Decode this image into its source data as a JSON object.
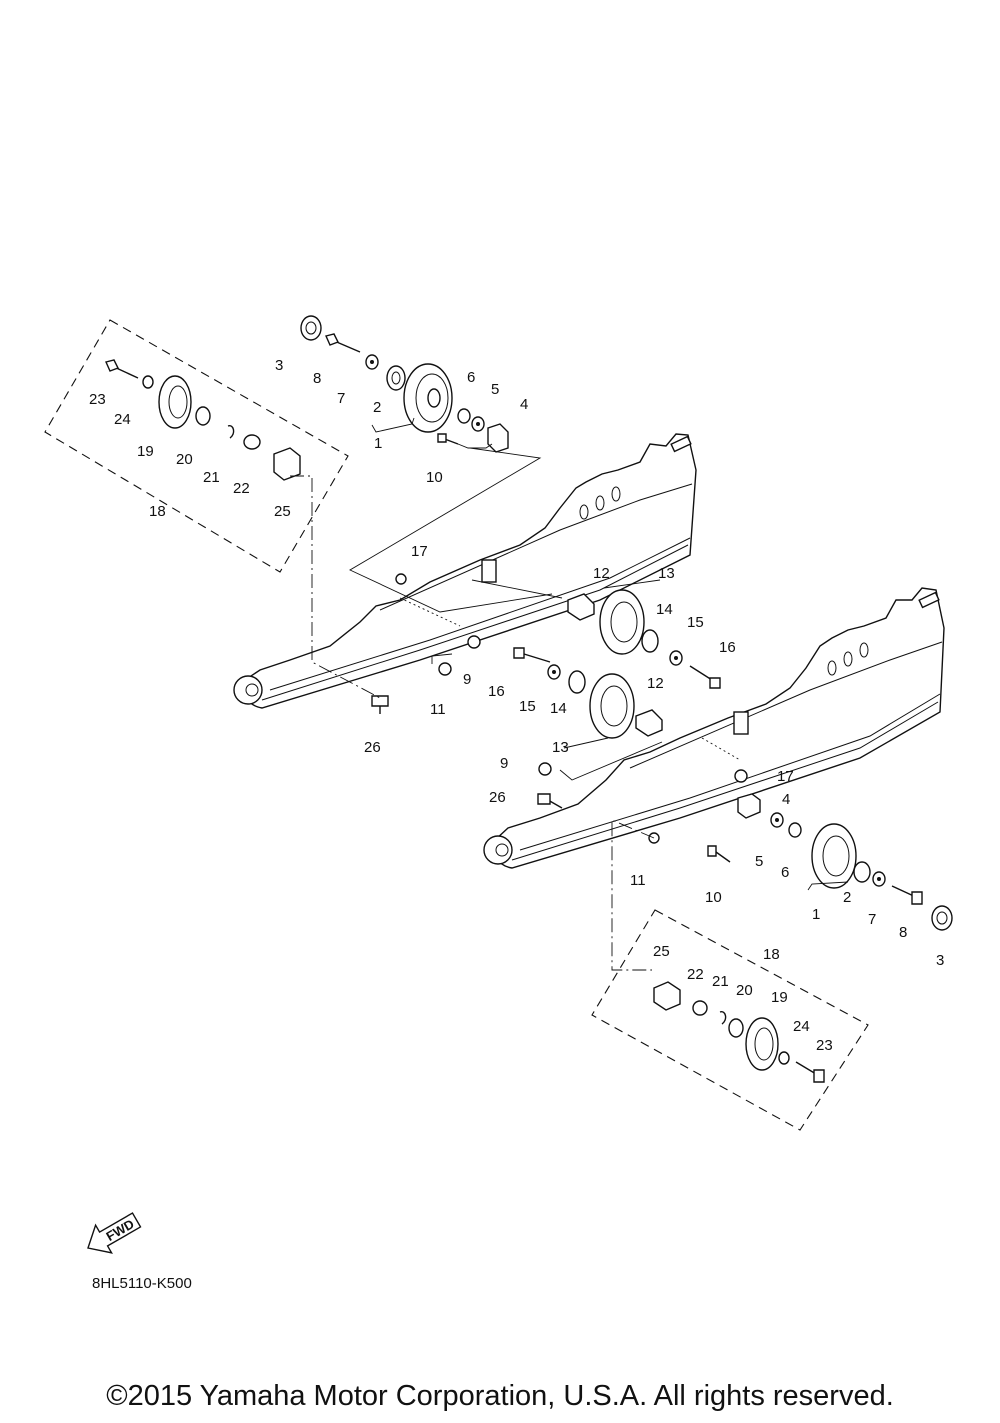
{
  "labels": {
    "l1a": "1",
    "l2a": "2",
    "l3a": "3",
    "l4a": "4",
    "l5a": "5",
    "l6a": "6",
    "l7a": "7",
    "l8a": "8",
    "l10a": "10",
    "l17a": "17",
    "l9a": "9",
    "l11a": "11",
    "l12a": "12",
    "l13a": "13",
    "l14a": "14",
    "l15a": "15",
    "l16a": "16",
    "l26a": "26",
    "l18a": "18",
    "l19a": "19",
    "l20a": "20",
    "l21a": "21",
    "l22a": "22",
    "l23a": "23",
    "l24a": "24",
    "l25a": "25",
    "l12b": "12",
    "l13b": "13",
    "l14b": "14",
    "l15b": "15",
    "l16b": "16",
    "l9b": "9",
    "l11b": "11",
    "l26b": "26",
    "l17b": "17",
    "l4b": "4",
    "l5b": "5",
    "l6b": "6",
    "l10b": "10",
    "l1b": "1",
    "l2b": "2",
    "l7b": "7",
    "l8b": "8",
    "l3b": "3",
    "l18b": "18",
    "l19b": "19",
    "l20b": "20",
    "l21b": "21",
    "l22b": "22",
    "l23b": "23",
    "l24b": "24",
    "l25b": "25"
  },
  "fwd_arrow": "FWD",
  "diagram_code": "8HL5110-K500",
  "copyright": "©2015 Yamaha Motor Corporation, U.S.A. All rights reserved."
}
